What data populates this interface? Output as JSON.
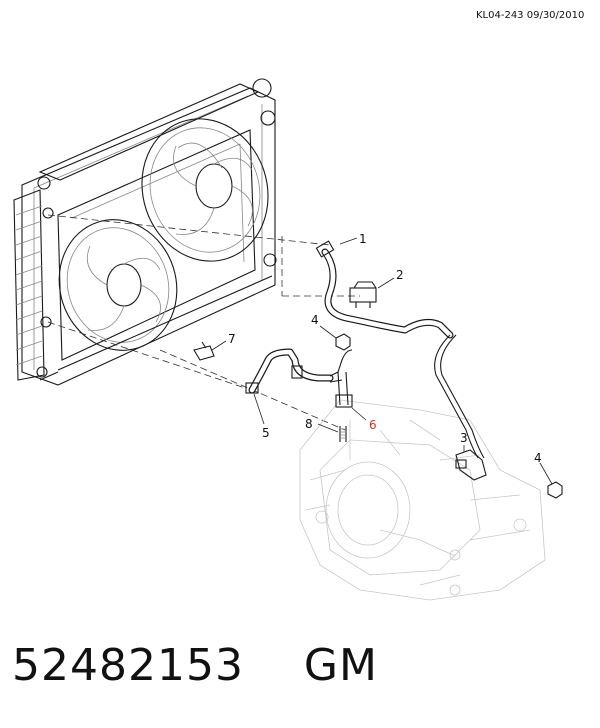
{
  "reference": "KL04-243 09/30/2010",
  "callouts": {
    "c1": "1",
    "c2": "2",
    "c3": "3",
    "c4a": "4",
    "c4b": "4",
    "c5": "5",
    "c6": "6",
    "c7": "7",
    "c8": "8"
  },
  "highlight_color": "#c0392b",
  "footer": {
    "part_number": "52482153",
    "brand": "GM"
  }
}
